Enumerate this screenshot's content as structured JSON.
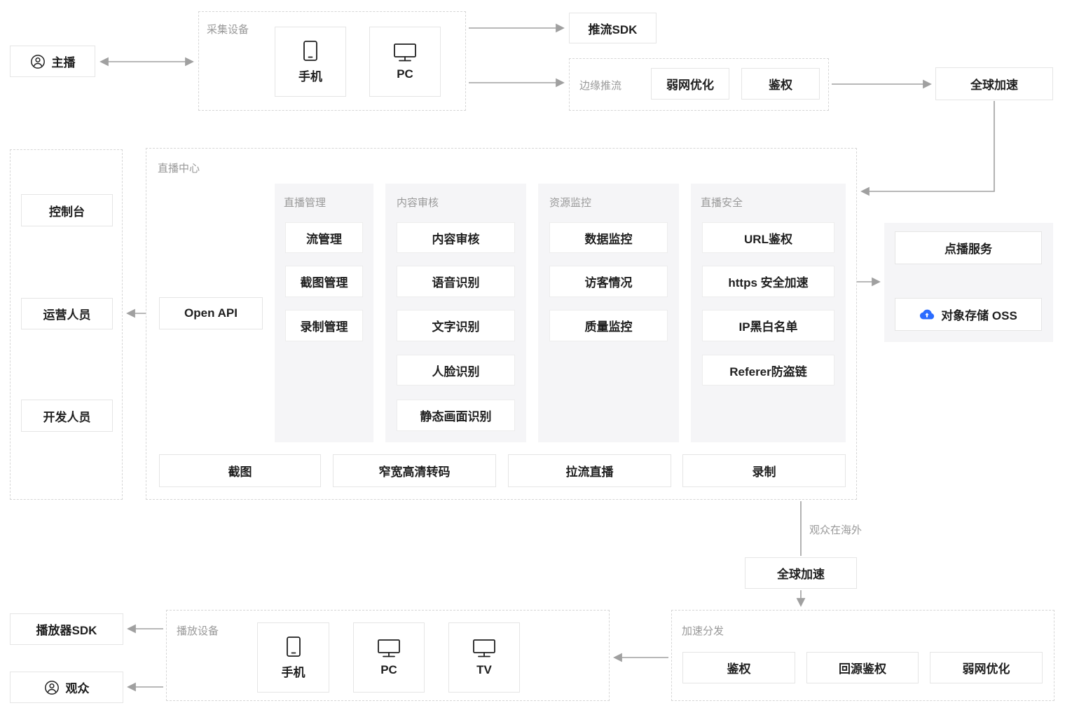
{
  "colors": {
    "box_border": "#e5e5e5",
    "dashed_border": "#d6d6d6",
    "panel_bg": "#f5f5f7",
    "text": "#1f1f1f",
    "muted_label": "#999999",
    "arrow": "#a0a0a0",
    "oss_blue": "#2b6cff"
  },
  "top": {
    "anchor_label": "主播",
    "anchor_icon": "person-icon",
    "capture_group_label": "采集设备",
    "capture_devices": [
      {
        "icon": "phone-icon",
        "label": "手机"
      },
      {
        "icon": "pc-icon",
        "label": "PC"
      }
    ],
    "push_sdk_label": "推流SDK",
    "edge_push_group_label": "边缘推流",
    "edge_push_items": [
      "弱网优化",
      "鉴权"
    ],
    "global_accel_label": "全球加速"
  },
  "left_panel": {
    "console_label": "控制台",
    "ops_label": "运营人员",
    "dev_label": "开发人员"
  },
  "live_center": {
    "group_label": "直播中心",
    "open_api_label": "Open API",
    "columns": [
      {
        "title": "直播管理",
        "items": [
          "流管理",
          "截图管理",
          "录制管理"
        ]
      },
      {
        "title": "内容审核",
        "items": [
          "内容审核",
          "语音识别",
          "文字识别",
          "人脸识别",
          "静态画面识别"
        ]
      },
      {
        "title": "资源监控",
        "items": [
          "数据监控",
          "访客情况",
          "质量监控"
        ]
      },
      {
        "title": "直播安全",
        "items": [
          "URL鉴权",
          "https 安全加速",
          "IP黑白名单",
          "Referer防盗链"
        ]
      }
    ],
    "bottom_features": [
      "截图",
      "窄宽高清转码",
      "拉流直播",
      "录制"
    ]
  },
  "vod_panel": {
    "vod_label": "点播服务",
    "oss_label": "对象存储 OSS",
    "oss_icon": "cloud-icon"
  },
  "bottom": {
    "overseas_note": "观众在海外",
    "global_accel_label": "全球加速",
    "distribute_group_label": "加速分发",
    "distribute_items": [
      "鉴权",
      "回源鉴权",
      "弱网优化"
    ],
    "playback_group_label": "播放设备",
    "playback_devices": [
      {
        "icon": "phone-icon",
        "label": "手机"
      },
      {
        "icon": "pc-icon",
        "label": "PC"
      },
      {
        "icon": "tv-icon",
        "label": "TV"
      }
    ],
    "player_sdk_label": "播放器SDK",
    "audience_label": "观众",
    "audience_icon": "person-icon"
  }
}
